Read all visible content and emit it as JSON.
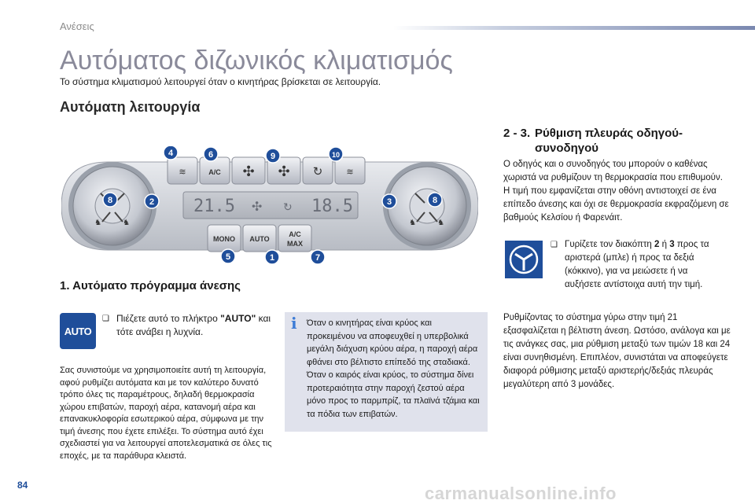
{
  "header": {
    "section": "Ανέσεις"
  },
  "title": "Αυτόματος διζωνικός κλιματισμός",
  "subtitle": "Το σύστημα κλιματισμού λειτουργεί όταν ο κινητήρας βρίσκεται σε λειτουργία.",
  "section_title": "Αυτόματη λειτουργία",
  "panel": {
    "left_temp": "21.5",
    "right_temp": "18.5",
    "buttons": {
      "ac": "A/C",
      "mono": "MONO",
      "auto": "AUTO",
      "acmax_1": "A/C",
      "acmax_2": "MAX"
    },
    "callouts": [
      "4",
      "6",
      "9",
      "10",
      "8",
      "2",
      "3",
      "8",
      "5",
      "1",
      "7"
    ]
  },
  "sub_title": "1. Αυτόματο πρόγραμμα άνεσης",
  "auto_button_label": "AUTO",
  "auto_instruction": {
    "arrow": "❑",
    "pre": "Πιέζετε αυτό το πλήκτρο ",
    "key": "\"AUTO\"",
    "post": " και τότε ανάβει η λυχνία."
  },
  "body_text": "Σας συνιστούμε να χρησιμοποιείτε αυτή τη λειτουργία, αφού ρυθμίζει αυτόματα και με τον καλύτερο δυνατό τρόπο όλες τις παραμέτρους, δηλαδή θερμοκρασία χώρου επιβατών, παροχή αέρα, κατανομή αέρα και επανακυκλοφορία εσωτερικού αέρα, σύμφωνα με την τιμή άνεσης που έχετε επιλέξει. Το σύστημα αυτό έχει σχεδιαστεί για να λειτουργεί αποτελεσματικά σε όλες τις εποχές, με τα παράθυρα κλειστά.",
  "info_box": {
    "icon": "i",
    "text": "Όταν ο κινητήρας είναι κρύος και προκειμένου να αποφευχθεί η υπερβολικά μεγάλη διάχυση κρύου αέρα, η παροχή αέρα φθάνει στο βέλτιστο επίπεδό της σταδιακά. Όταν ο καιρός είναι κρύος, το σύστημα δίνει προτεραιότητα στην παροχή ζεστού αέρα μόνο προς το παρμπρίζ, τα πλαϊνά τζάμια και τα πόδια των επιβατών."
  },
  "right": {
    "title_num": "2 - 3.",
    "title_l1": "Ρύθμιση πλευράς οδηγού-",
    "title_l2": "συνοδηγού",
    "para1": "Ο οδηγός και ο συνοδηγός του μπορούν ο καθένας χωριστά να ρυθμίζουν τη θερμοκρασία που επιθυμούν. Η τιμή που εμφανίζεται στην οθόνη αντιστοιχεί σε ένα επίπεδο άνεσης και όχι σε θερμοκρασία εκφραζόμενη σε βαθμούς Κελσίου ή Φαρενάιτ.",
    "knob_instr": {
      "arrow": "❑",
      "pre": "Γυρίζετε τον διακόπτη ",
      "k1": "2",
      "mid": " ή ",
      "k2": "3",
      "post": " προς τα αριστερά (μπλε) ή προς τα δεξιά (κόκκινο), για να μειώσετε ή να αυξήσετε αντίστοιχα αυτή την τιμή."
    },
    "para2": "Ρυθμίζοντας το σύστημα γύρω στην τιμή 21 εξασφαλίζεται η βέλτιστη άνεση. Ωστόσο, ανάλογα και με τις ανάγκες σας, μια ρύθμιση μεταξύ των τιμών 18 και 24 είναι συνηθισμένη. Επιπλέον, συνιστάται να αποφεύγετε διαφορά ρύθμισης μεταξύ αριστερής/δεξιάς πλευράς μεγαλύτερη από 3 μονάδες."
  },
  "page_number": "84",
  "watermark": "carmanualsonline.info",
  "colors": {
    "accent": "#1f4e9a",
    "info_bg": "#e0e2ec",
    "title_grey": "#8a8a9a"
  }
}
